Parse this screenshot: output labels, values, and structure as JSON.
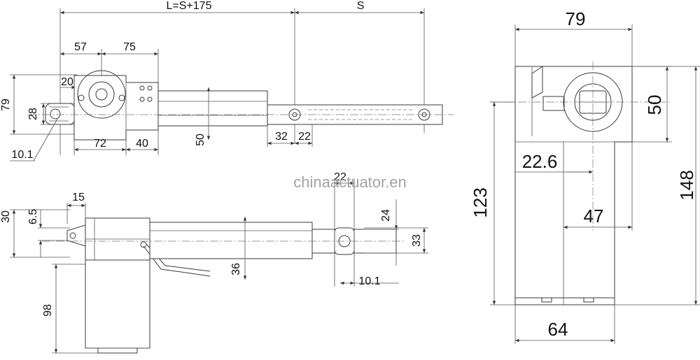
{
  "watermark": "chinaactuator.en",
  "dimensions": {
    "overall_length": "L=S+175",
    "stroke": "S",
    "d57": "57",
    "d75": "75",
    "d20": "20",
    "d79_left": "79",
    "d28": "28",
    "d10_1_top": "10.1",
    "d72": "72",
    "d40": "40",
    "d50_rod": "50",
    "d32": "32",
    "d22_top": "22",
    "d15": "15",
    "d30": "30",
    "d6_5": "6.5",
    "d22_mid": "22",
    "d24": "24",
    "d33": "33",
    "d36": "36",
    "d10_1_bot": "10.1",
    "d98": "98",
    "r79": "79",
    "r50": "50",
    "r22_6": "22.6",
    "r123": "123",
    "r148": "148",
    "r47": "47",
    "r64": "64"
  }
}
